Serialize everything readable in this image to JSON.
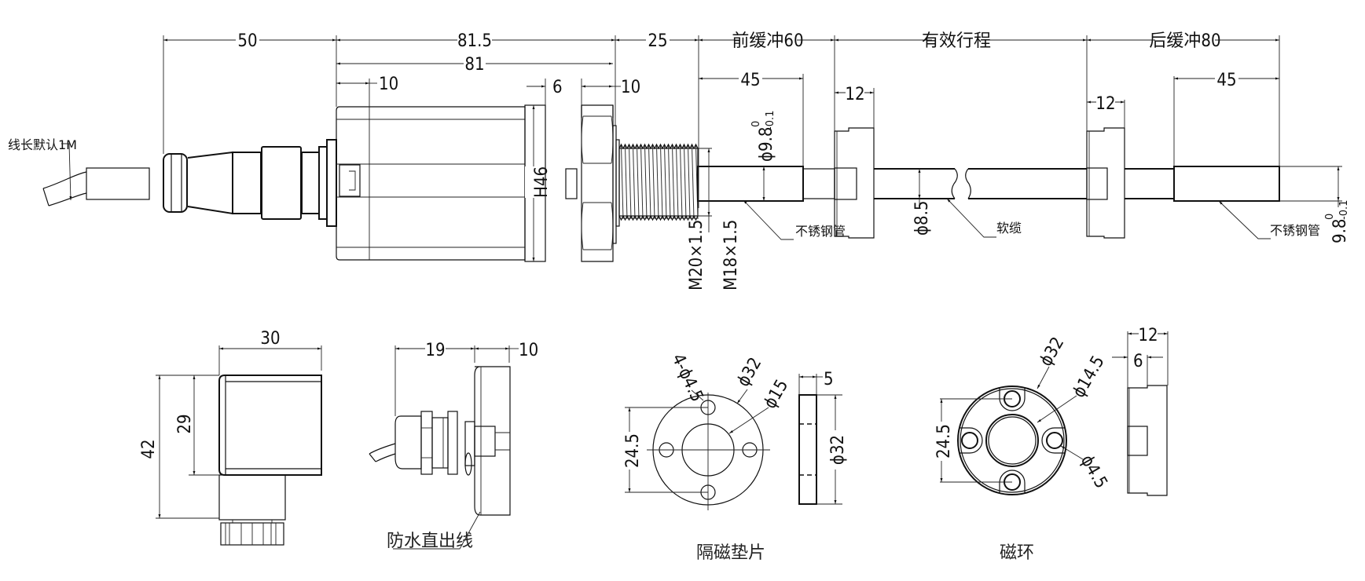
{
  "colors": {
    "line": "#111111",
    "background": "#ffffff"
  },
  "main_view": {
    "cable_note": "线长默认1M",
    "dims": {
      "cable_length": "50",
      "body_overall": "81.5",
      "body": "81",
      "connector_end": "10",
      "nut_gap": "6",
      "nut": "10",
      "thread_len": "25",
      "front_buffer": "前缓冲60",
      "effective_stroke": "有效行程",
      "rear_buffer": "后缓冲80",
      "front_tube": "45",
      "rear_tube": "45",
      "front_ring": "12",
      "rear_ring": "12",
      "hex": "H46",
      "thread_m20": "M20×1.5",
      "thread_m18": "M18×1.5",
      "tube_dia_front": "ϕ9.8",
      "tube_dia_tol_upper": "0",
      "tube_dia_tol_lower": "-0.1",
      "tube_dia_rear": "9.8",
      "cable_dia": "ϕ8.5"
    },
    "labels": {
      "stainless_tube_front": "不锈钢管",
      "soft_cable": "软缆",
      "stainless_tube_rear": "不锈钢管"
    }
  },
  "connector_view": {
    "width": "30",
    "height_total": "42",
    "height_body": "29"
  },
  "waterproof_view": {
    "gland": "19",
    "plate": "10",
    "label": "防水直出线"
  },
  "spacer_view": {
    "title": "隔磁垫片",
    "holes": "4-ϕ4.5",
    "outer": "ϕ32",
    "inner": "ϕ15",
    "pitch": "24.5",
    "thickness": "5",
    "side_dia": "ϕ32"
  },
  "ring_view": {
    "title": "磁环",
    "outer": "ϕ32",
    "inner": "ϕ14.5",
    "hole": "ϕ4.5",
    "pitch": "24.5",
    "width": "12",
    "step": "6"
  }
}
